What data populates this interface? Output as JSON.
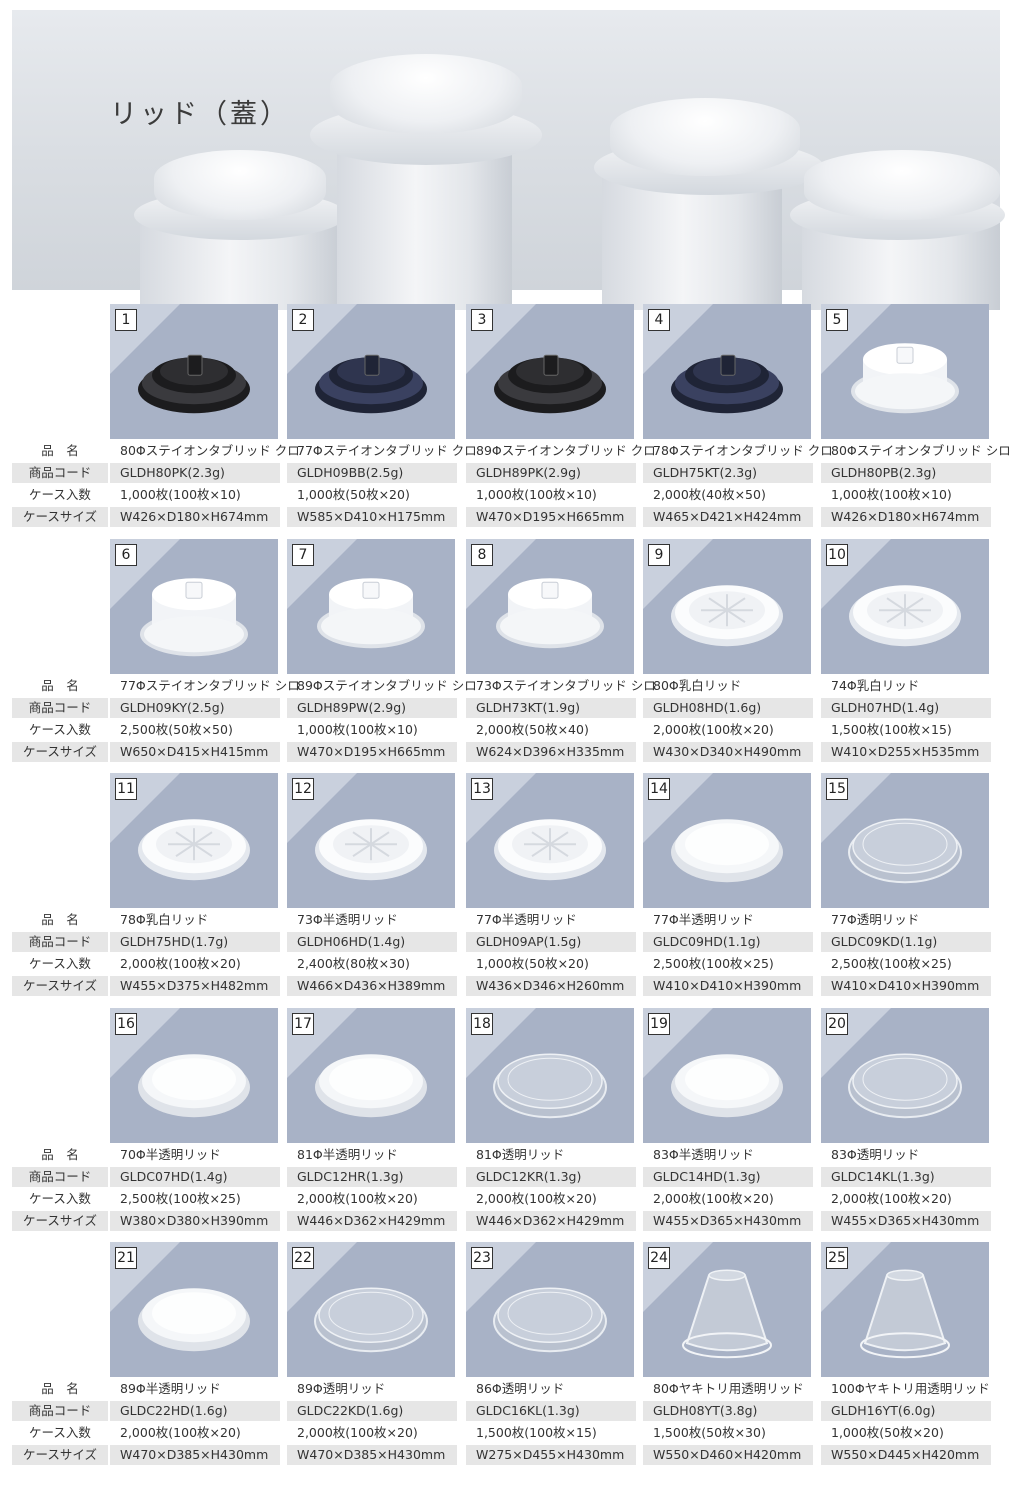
{
  "title": "リッド（蓋）",
  "labels": {
    "name": "品　名",
    "code": "商品コード",
    "case_qty": "ケース入数",
    "case_size": "ケースサイズ"
  },
  "products": [
    {
      "no": "1",
      "name": "80Φステイオンタブリッド クロ",
      "code": "GLDH80PK(2.3g)",
      "qty": "1,000枚(100枚×10)",
      "size": "W426×D180×H674mm",
      "style": "black"
    },
    {
      "no": "2",
      "name": "77Φステイオンタブリッド クロ",
      "code": "GLDH09BB(2.5g)",
      "qty": "1,000枚(50枚×20)",
      "size": "W585×D410×H175mm",
      "style": "navy"
    },
    {
      "no": "3",
      "name": "89Φステイオンタブリッド クロ",
      "code": "GLDH89PK(2.9g)",
      "qty": "1,000枚(100枚×10)",
      "size": "W470×D195×H665mm",
      "style": "black"
    },
    {
      "no": "4",
      "name": "78Φステイオンタブリッド クロ",
      "code": "GLDH75KT(2.3g)",
      "qty": "2,000枚(40枚×50)",
      "size": "W465×D421×H424mm",
      "style": "navy"
    },
    {
      "no": "5",
      "name": "80Φステイオンタブリッド シロ",
      "code": "GLDH80PB(2.3g)",
      "qty": "1,000枚(100枚×10)",
      "size": "W426×D180×H674mm",
      "style": "whitetab"
    },
    {
      "no": "6",
      "name": "77Φステイオンタブリッド シロ",
      "code": "GLDH09KY(2.5g)",
      "qty": "2,500枚(50枚×50)",
      "size": "W650×D415×H415mm",
      "style": "whitetall"
    },
    {
      "no": "7",
      "name": "89Φステイオンタブリッド シロ",
      "code": "GLDH89PW(2.9g)",
      "qty": "1,000枚(100枚×10)",
      "size": "W470×D195×H665mm",
      "style": "whitetab"
    },
    {
      "no": "8",
      "name": "73Φステイオンタブリッド シロ",
      "code": "GLDH73KT(1.9g)",
      "qty": "2,000枚(50枚×40)",
      "size": "W624×D396×H335mm",
      "style": "whitetab"
    },
    {
      "no": "9",
      "name": "80Φ乳白リッド",
      "code": "GLDH08HD(1.6g)",
      "qty": "2,000枚(100枚×20)",
      "size": "W430×D340×H490mm",
      "style": "white"
    },
    {
      "no": "10",
      "name": "74Φ乳白リッド",
      "code": "GLDH07HD(1.4g)",
      "qty": "1,500枚(100枚×15)",
      "size": "W410×D255×H535mm",
      "style": "white"
    },
    {
      "no": "11",
      "name": "78Φ乳白リッド",
      "code": "GLDH75HD(1.7g)",
      "qty": "2,000枚(100枚×20)",
      "size": "W455×D375×H482mm",
      "style": "white"
    },
    {
      "no": "12",
      "name": "73Φ半透明リッド",
      "code": "GLDH06HD(1.4g)",
      "qty": "2,400枚(80枚×30)",
      "size": "W466×D436×H389mm",
      "style": "white"
    },
    {
      "no": "13",
      "name": "77Φ半透明リッド",
      "code": "GLDH09AP(1.5g)",
      "qty": "1,000枚(50枚×20)",
      "size": "W436×D346×H260mm",
      "style": "white"
    },
    {
      "no": "14",
      "name": "77Φ半透明リッド",
      "code": "GLDC09HD(1.1g)",
      "qty": "2,500枚(100枚×25)",
      "size": "W410×D410×H390mm",
      "style": "semi"
    },
    {
      "no": "15",
      "name": "77Φ透明リッド",
      "code": "GLDC09KD(1.1g)",
      "qty": "2,500枚(100枚×25)",
      "size": "W410×D410×H390mm",
      "style": "clear"
    },
    {
      "no": "16",
      "name": "70Φ半透明リッド",
      "code": "GLDC07HD(1.4g)",
      "qty": "2,500枚(100枚×25)",
      "size": "W380×D380×H390mm",
      "style": "semi"
    },
    {
      "no": "17",
      "name": "81Φ半透明リッド",
      "code": "GLDC12HR(1.3g)",
      "qty": "2,000枚(100枚×20)",
      "size": "W446×D362×H429mm",
      "style": "semi"
    },
    {
      "no": "18",
      "name": "81Φ透明リッド",
      "code": "GLDC12KR(1.3g)",
      "qty": "2,000枚(100枚×20)",
      "size": "W446×D362×H429mm",
      "style": "clear"
    },
    {
      "no": "19",
      "name": "83Φ半透明リッド",
      "code": "GLDC14HD(1.3g)",
      "qty": "2,000枚(100枚×20)",
      "size": "W455×D365×H430mm",
      "style": "semi"
    },
    {
      "no": "20",
      "name": "83Φ透明リッド",
      "code": "GLDC14KL(1.3g)",
      "qty": "2,000枚(100枚×20)",
      "size": "W455×D365×H430mm",
      "style": "clear"
    },
    {
      "no": "21",
      "name": "89Φ半透明リッド",
      "code": "GLDC22HD(1.6g)",
      "qty": "2,000枚(100枚×20)",
      "size": "W470×D385×H430mm",
      "style": "semi"
    },
    {
      "no": "22",
      "name": "89Φ透明リッド",
      "code": "GLDC22KD(1.6g)",
      "qty": "2,000枚(100枚×20)",
      "size": "W470×D385×H430mm",
      "style": "clear"
    },
    {
      "no": "23",
      "name": "86Φ透明リッド",
      "code": "GLDC16KL(1.3g)",
      "qty": "1,500枚(100枚×15)",
      "size": "W275×D455×H430mm",
      "style": "clear"
    },
    {
      "no": "24",
      "name": "80Φヤキトリ用透明リッド",
      "code": "GLDH08YT(3.8g)",
      "qty": "1,500枚(50枚×30)",
      "size": "W550×D460×H420mm",
      "style": "dome"
    },
    {
      "no": "25",
      "name": "100Φヤキトリ用透明リッド",
      "code": "GLDH16YT(6.0g)",
      "qty": "1,000枚(50枚×20)",
      "size": "W550×D445×H420mm",
      "style": "dome"
    }
  ]
}
